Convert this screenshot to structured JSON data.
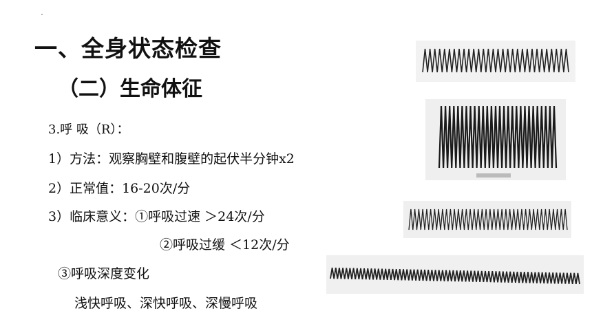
{
  "slide": {
    "title": "一、全身状态检查",
    "subtitle": "（二）生命体征",
    "lines": {
      "heading": "3.呼 吸（R）：",
      "method": "1）方法：观察胸壁和腹壁的起伏半分钟x2",
      "normal": "2）正常值：16-20次/分",
      "clinical": "3）临床意义：①呼吸过速 ＞24次/分",
      "slow": "②呼吸过缓 ＜12次/分",
      "depth": "③呼吸深度变化",
      "depth_types": "浅快呼吸、深快呼吸、深慢呼吸"
    }
  },
  "waveforms": [
    {
      "name": "rapid-breathing-trace",
      "cycles": 30
    },
    {
      "name": "deep-rapid-breathing-trace",
      "cycles": 28
    },
    {
      "name": "tachypnea-trace",
      "cycles": 40
    },
    {
      "name": "shallow-breathing-trace",
      "cycles": 70
    }
  ]
}
